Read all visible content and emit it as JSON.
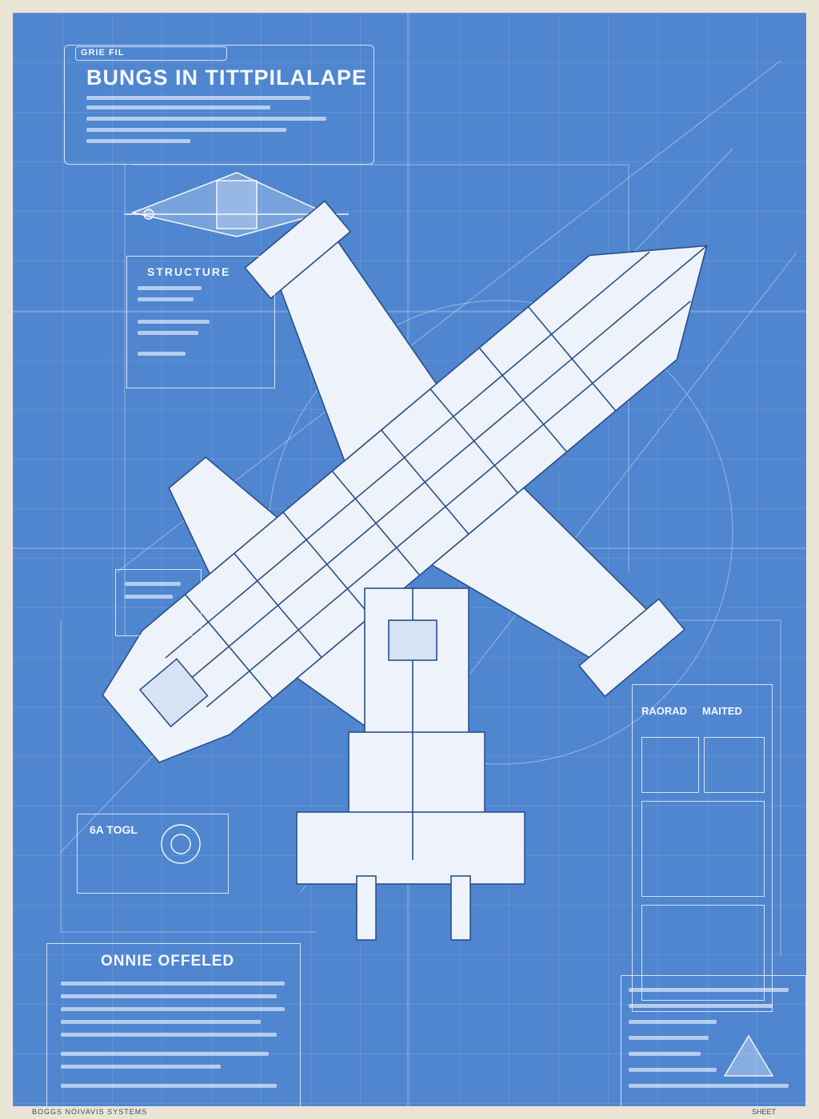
{
  "title_block": {
    "tab": "GRIE FIL",
    "title": "BUNGS IN TITTPILALAPE"
  },
  "structure": {
    "label": "STRUCTURE"
  },
  "spec": {
    "label": "6A TOGL"
  },
  "notes": {
    "title": "ONNIE OFFELED"
  },
  "data_panel": {
    "label_a": "RAORAD",
    "label_b": "MAITED"
  },
  "footer": {
    "left": "BOGGS NOIVAVIS SYSTEMS",
    "right": "SHEET"
  },
  "colors": {
    "paper": "#e9e4d4",
    "blueprint": "#4f86cf",
    "linework": "#f4f8ff"
  }
}
